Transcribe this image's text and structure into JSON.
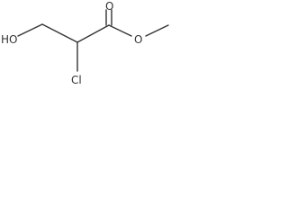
{
  "molecule": {
    "atoms": {
      "hydroxyl": "HO",
      "carbonyl_oxygen": "O",
      "ester_oxygen": "O",
      "chlorine": "Cl"
    }
  }
}
